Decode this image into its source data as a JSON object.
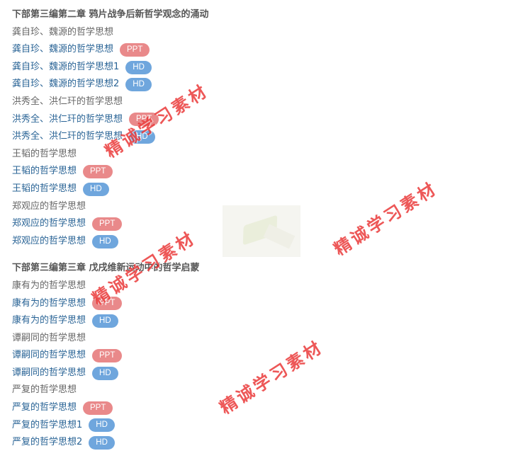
{
  "sections": [
    {
      "title": "下部第三编第二章 鸦片战争后新哲学观念的涌动",
      "rows": [
        {
          "kind": "topic",
          "text": "龚自珍、魏源的哲学思想"
        },
        {
          "kind": "link",
          "text": "龚自珍、魏源的哲学思想",
          "badge": "PPT"
        },
        {
          "kind": "link",
          "text": "龚自珍、魏源的哲学思想1",
          "badge": "HD"
        },
        {
          "kind": "link",
          "text": "龚自珍、魏源的哲学思想2",
          "badge": "HD"
        },
        {
          "kind": "topic",
          "text": "洪秀全、洪仁玕的哲学思想"
        },
        {
          "kind": "link",
          "text": "洪秀全、洪仁玕的哲学思想",
          "badge": "PPT"
        },
        {
          "kind": "link",
          "text": "洪秀全、洪仁玕的哲学思想",
          "badge": "HD"
        },
        {
          "kind": "topic",
          "text": "王韬的哲学思想"
        },
        {
          "kind": "link",
          "text": "王韬的哲学思想",
          "badge": "PPT"
        },
        {
          "kind": "link",
          "text": "王韬的哲学思想",
          "badge": "HD"
        },
        {
          "kind": "topic",
          "text": "郑观应的哲学思想"
        },
        {
          "kind": "link",
          "text": "郑观应的哲学思想",
          "badge": "PPT"
        },
        {
          "kind": "link",
          "text": "郑观应的哲学思想",
          "badge": "HD"
        }
      ]
    },
    {
      "title": "下部第三编第三章 戊戌维新运动中的哲学启蒙",
      "rows": [
        {
          "kind": "topic",
          "text": "康有为的哲学思想"
        },
        {
          "kind": "link",
          "text": "康有为的哲学思想",
          "badge": "PPT"
        },
        {
          "kind": "link",
          "text": "康有为的哲学思想",
          "badge": "HD"
        },
        {
          "kind": "topic",
          "text": "谭嗣同的哲学思想"
        },
        {
          "kind": "link",
          "text": "谭嗣同的哲学思想",
          "badge": "PPT"
        },
        {
          "kind": "link",
          "text": "谭嗣同的哲学思想",
          "badge": "HD"
        },
        {
          "kind": "topic",
          "text": "严复的哲学思想"
        },
        {
          "kind": "link",
          "text": "严复的哲学思想",
          "badge": "PPT"
        },
        {
          "kind": "link",
          "text": "严复的哲学思想1",
          "badge": "HD"
        },
        {
          "kind": "link",
          "text": "严复的哲学思想2",
          "badge": "HD"
        }
      ]
    }
  ],
  "watermarks": [
    "精诚学习素材",
    "精诚学习素材",
    "精诚学习素材",
    "精诚学习素材"
  ],
  "colors": {
    "ppt_badge": "#e9898a",
    "hd_badge": "#6fa6dd",
    "link": "#2a6496",
    "watermark": "#e82828"
  }
}
